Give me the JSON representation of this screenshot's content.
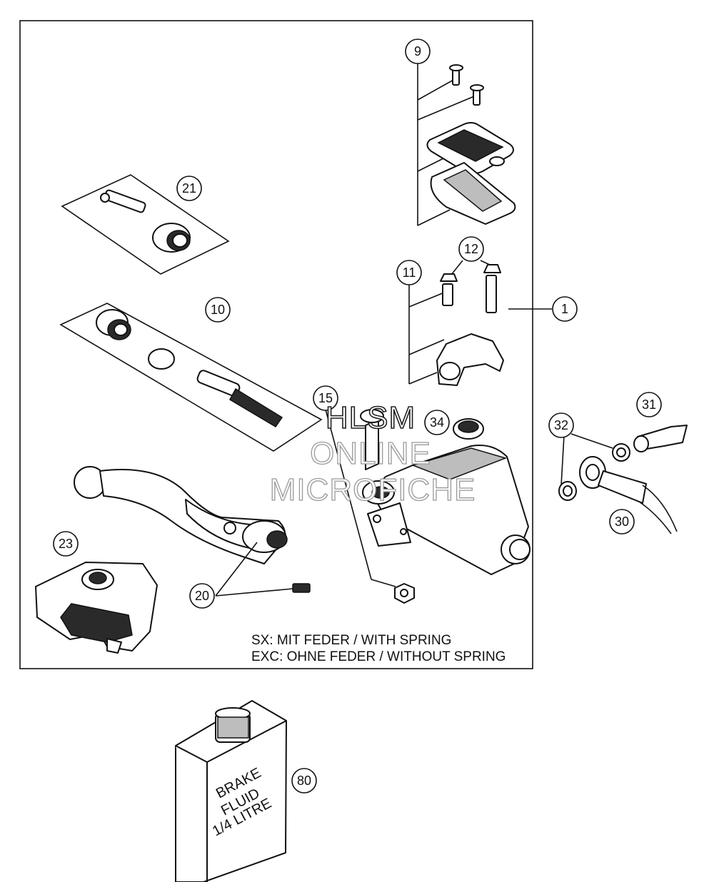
{
  "callouts": {
    "c1": "1",
    "c9": "9",
    "c10": "10",
    "c11": "11",
    "c12": "12",
    "c15": "15",
    "c20": "20",
    "c21": "21",
    "c23": "23",
    "c30": "30",
    "c31": "31",
    "c32": "32",
    "c34": "34",
    "c80": "80"
  },
  "notes": {
    "line1": "SX: MIT FEDER / WITH SPRING",
    "line2": "EXC: OHNE FEDER / WITHOUT SPRING"
  },
  "watermark": {
    "line1": "HLSM",
    "line2": "ONLINE",
    "line3": "MICROFICHE"
  },
  "fluid_label": {
    "line1": "BRAKE",
    "line2": "FLUID",
    "line3": "1/4 LITRE"
  }
}
